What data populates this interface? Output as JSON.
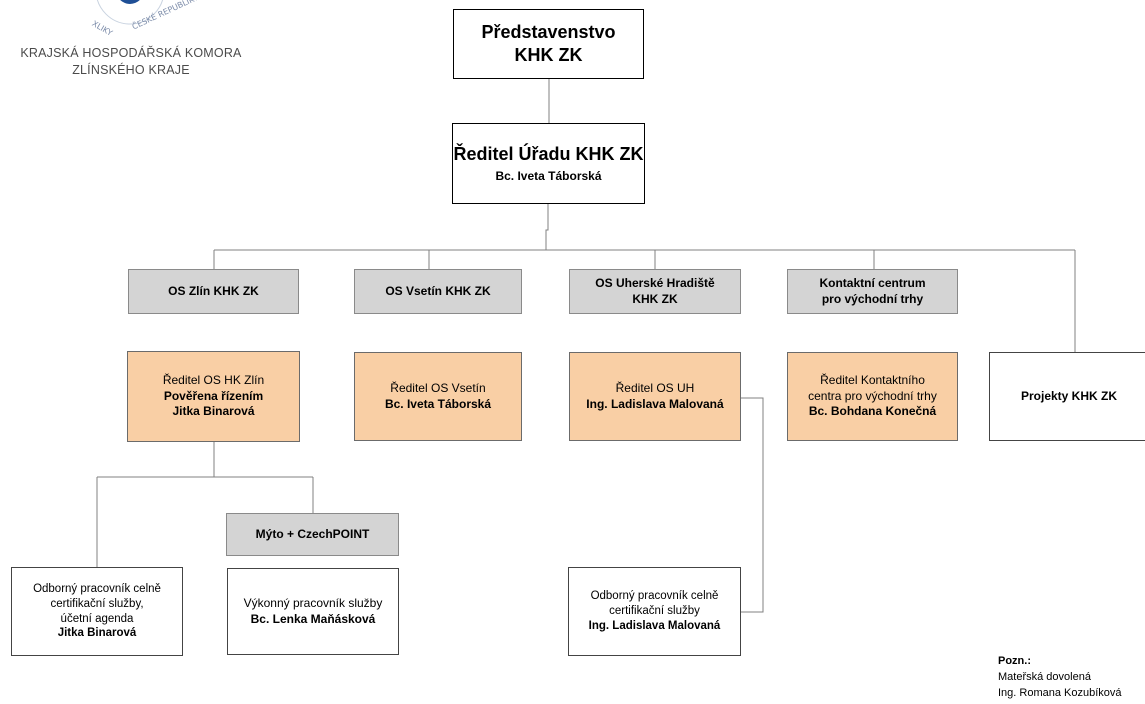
{
  "header": {
    "org_name_line1": "KRAJSKÁ HOSPODÁŘSKÁ KOMORA",
    "org_name_line2": "ZLÍNSKÉHO KRAJE",
    "logo_text_left": "XLIKY",
    "logo_text_right": "ČESKÉ REPUBLIKY"
  },
  "top": {
    "board_line1": "Představenstvo",
    "board_line2": "KHK ZK",
    "director_title": "Ředitel Úřadu KHK ZK",
    "director_name": "Bc. Iveta Táborská"
  },
  "branches": {
    "zlin": "OS Zlín KHK ZK",
    "vsetin": "OS Vsetín KHK ZK",
    "uh_line1": "OS Uherské Hradiště",
    "uh_line2": "KHK ZK",
    "contact_line1": "Kontaktní centrum",
    "contact_line2": "pro východní trhy"
  },
  "heads": {
    "zlin_line1": "Ředitel OS HK Zlín",
    "zlin_line2": "Pověřena řízením",
    "zlin_line3": "Jitka Binarová",
    "vsetin_line1": "Ředitel OS Vsetín",
    "vsetin_line2": "Bc. Iveta Táborská",
    "uh_line1": "Ředitel OS UH",
    "uh_line2": "Ing. Ladislava Malovaná",
    "contact_line1": "Ředitel Kontaktního",
    "contact_line2": "centra pro východní trhy",
    "contact_line3": "Bc. Bohdana Konečná",
    "projects": "Projekty KHK ZK"
  },
  "zlin_team": {
    "myto": "Mýto + CzechPOINT",
    "spec_line1": "Odborný pracovník celně",
    "spec_line2": "certifikační služby,",
    "spec_line3": "účetní agenda",
    "spec_line4": "Jitka Binarová",
    "exec_line1": "Výkonný pracovník služby",
    "exec_line2": "Bc. Lenka Maňásková"
  },
  "uh_team": {
    "spec_line1": "Odborný pracovník celně",
    "spec_line2": "certifikační služby",
    "spec_line3": "Ing. Ladislava Malovaná"
  },
  "note": {
    "label": "Pozn.:",
    "line1": "Mateřská dovolená",
    "line2": "Ing. Romana Kozubíková"
  }
}
